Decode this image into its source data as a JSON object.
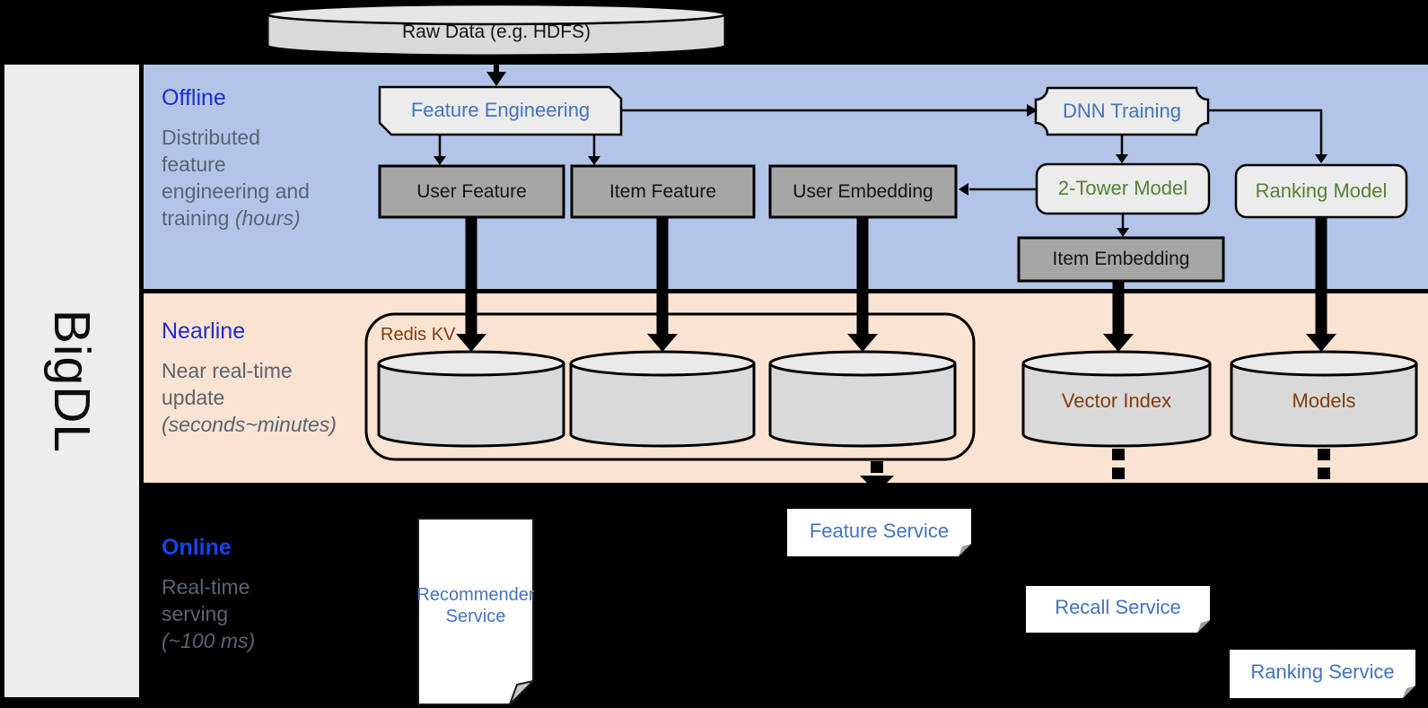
{
  "brand": {
    "name": "BigDL"
  },
  "source": {
    "label": "Raw Data (e.g. HDFS)"
  },
  "sections": {
    "offline": {
      "title": "Offline",
      "desc": [
        "Distributed",
        "feature",
        "engineering and"
      ],
      "desc_tail": "training",
      "desc_tail_italic": "(hours)"
    },
    "nearline": {
      "title": "Nearline",
      "desc": [
        "Near real-time",
        "update"
      ],
      "desc_tail_italic": "(seconds~minutes)"
    },
    "online": {
      "title": "Online",
      "desc": [
        "Real-time",
        "serving"
      ],
      "desc_tail_italic": "(~100 ms)"
    }
  },
  "nodes": {
    "feature_engineering": "Feature Engineering",
    "dnn_training": "DNN Training",
    "user_feature": "User Feature",
    "item_feature": "Item Feature",
    "user_embedding": "User Embedding",
    "two_tower_model": "2-Tower Model",
    "ranking_model": "Ranking Model",
    "item_embedding": "Item Embedding",
    "redis_kv": "Redis KV",
    "vector_index": "Vector Index",
    "models": "Models",
    "recommender_service": "Recommender Service",
    "feature_service": "Feature Service",
    "recall_service": "Recall Service",
    "ranking_service": "Ranking Service"
  },
  "colors": {
    "background": "#000000",
    "sidebar": "#ededed",
    "band_offline": "#b2c5e8",
    "band_nearline": "#fbe3d1",
    "section_title_blue": "#1f2fc8",
    "online_title_blue": "#1a43e8",
    "desc_gray": "#5a6372",
    "node_text_blue": "#4472c4",
    "model_text_green": "#548235",
    "store_text_brown": "#843c0c",
    "box_light": "#ececec",
    "box_dark": "#a6a6a6",
    "cylinder_fill": "#d9d9d9"
  }
}
